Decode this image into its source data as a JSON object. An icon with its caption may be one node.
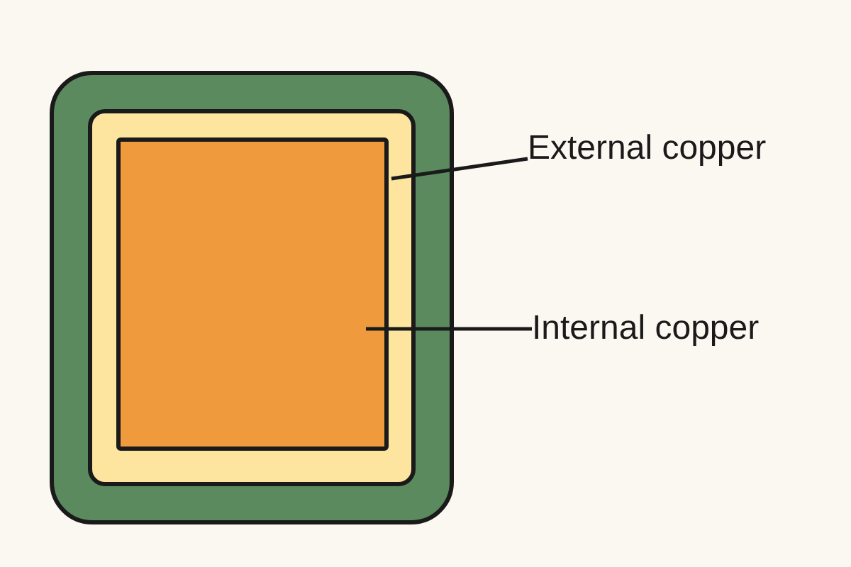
{
  "diagram": {
    "nodes": [
      {
        "text": [],
        "shape": "box"
      },
      {
        "text": [],
        "shape": "box",
        "in": 0
      },
      {
        "text": [],
        "shape": "box",
        "in": 1
      },
      {
        "text": [
          "External copper"
        ]
      },
      {
        "text": [
          "Internal copper"
        ]
      }
    ],
    "edges": [
      {
        "from": 3,
        "to": 1,
        "arrow": "none"
      },
      {
        "from": 4,
        "to": 2,
        "arrow": "none"
      }
    ]
  }
}
